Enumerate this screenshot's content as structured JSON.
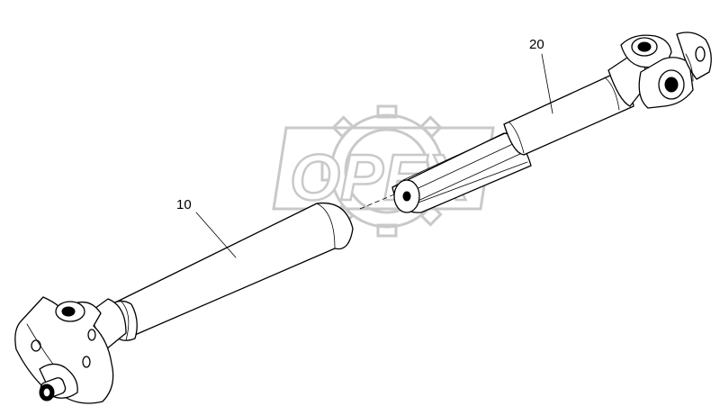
{
  "diagram": {
    "callouts": [
      {
        "id": "part-10",
        "label": "10"
      },
      {
        "id": "part-20",
        "label": "20"
      }
    ],
    "watermark": {
      "text": "OPEX",
      "color": "#c9c9c9"
    },
    "colors": {
      "ink": "#000000",
      "background": "#ffffff"
    }
  }
}
